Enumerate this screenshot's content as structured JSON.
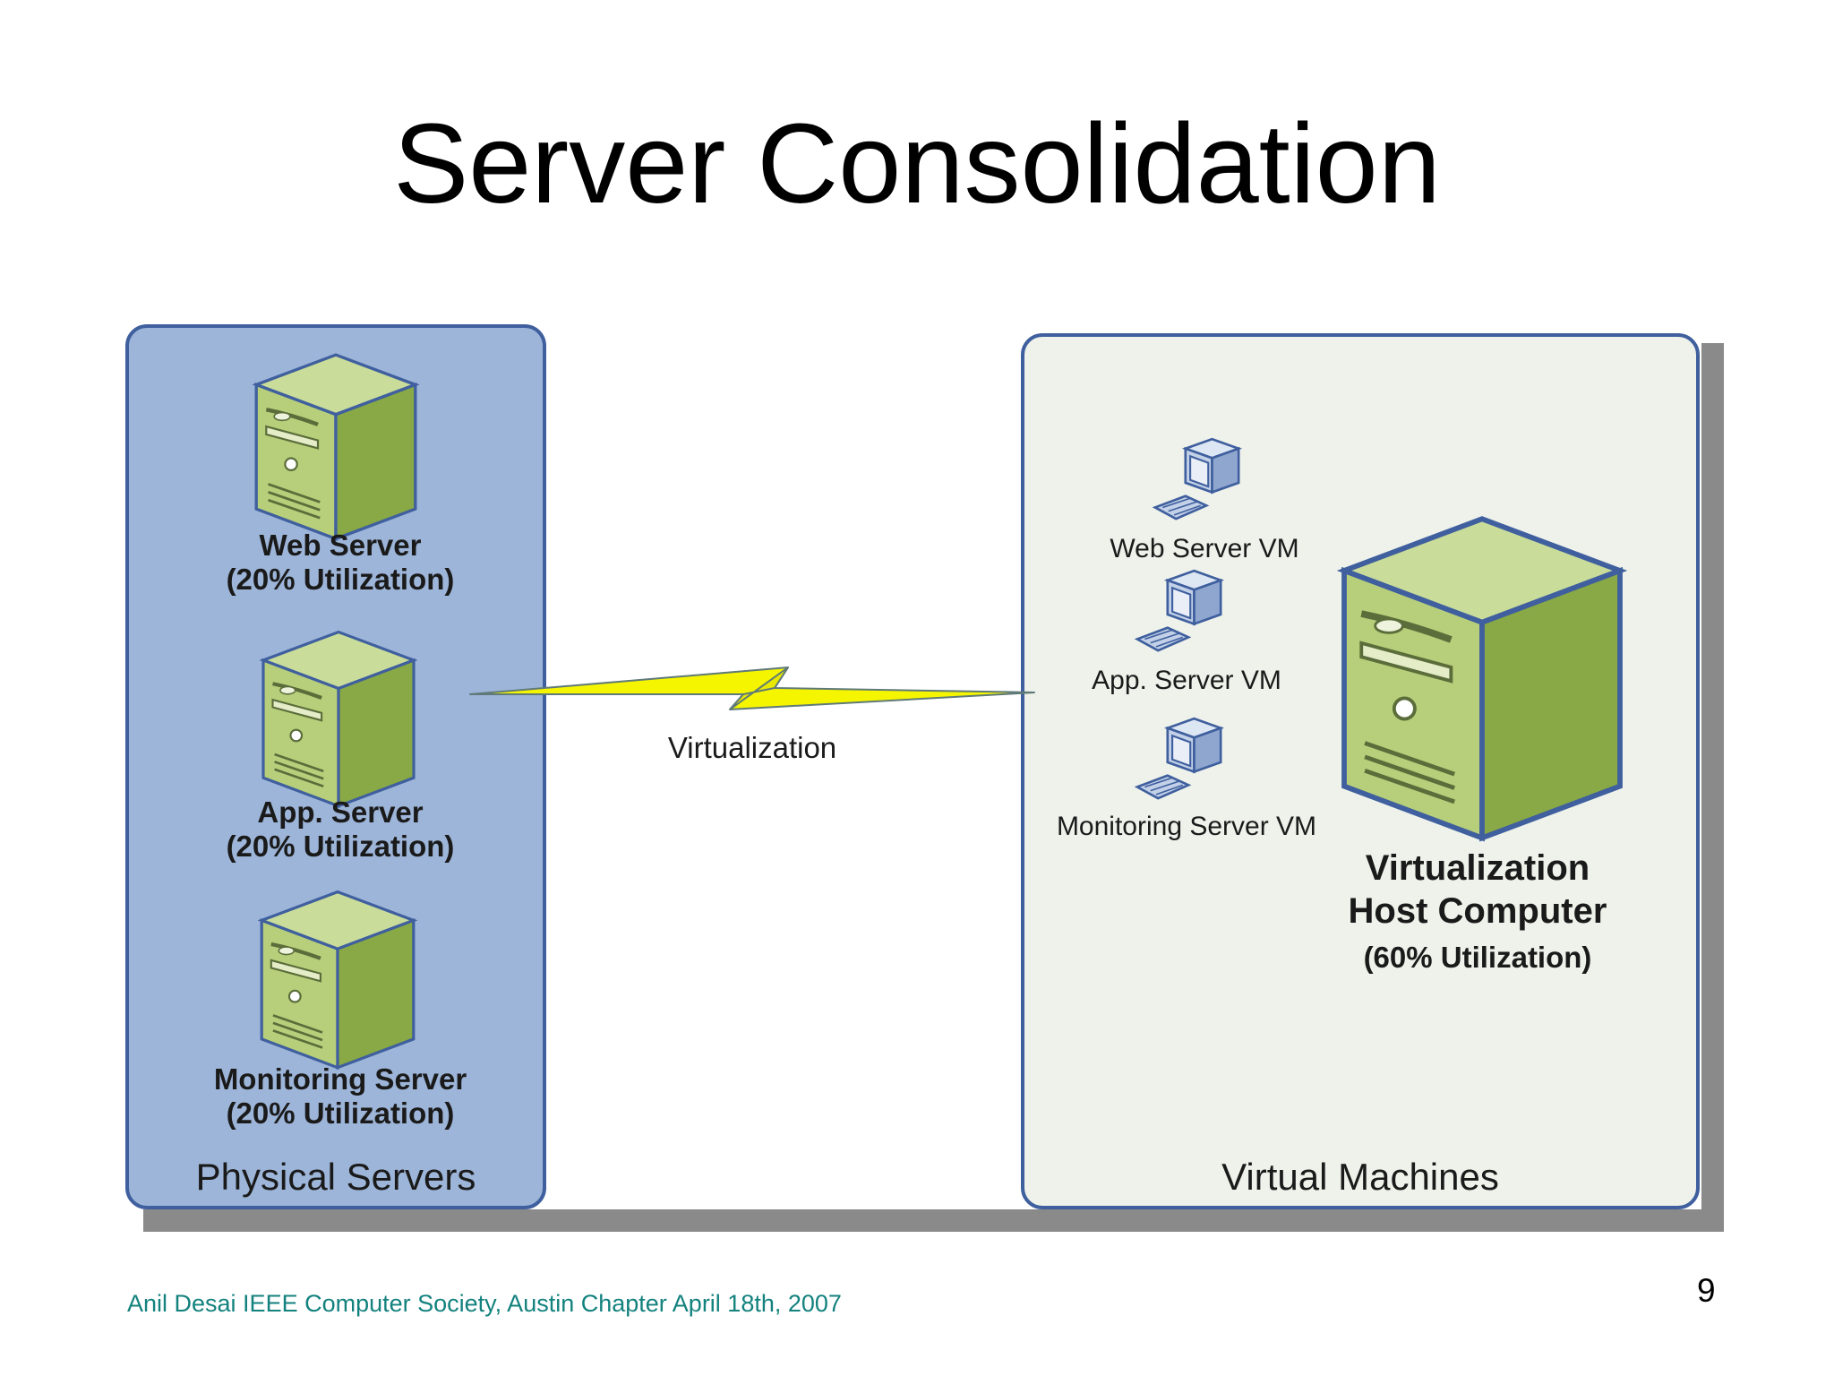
{
  "slide": {
    "title": "Server Consolidation",
    "footer": "Anil Desai IEEE Computer Society, Austin Chapter April 18th, 2007",
    "page_number": "9"
  },
  "physical": {
    "caption": "Physical Servers",
    "servers": [
      {
        "name": "Web Server",
        "utilization": "(20% Utilization)"
      },
      {
        "name": "App. Server",
        "utilization": "(20% Utilization)"
      },
      {
        "name": "Monitoring Server",
        "utilization": "(20% Utilization)"
      }
    ]
  },
  "connector": {
    "label": "Virtualization"
  },
  "virtual": {
    "caption": "Virtual Machines",
    "vms": [
      {
        "label": "Web Server VM"
      },
      {
        "label": "App. Server VM"
      },
      {
        "label": "Monitoring Server VM"
      }
    ],
    "host": {
      "line1": "Virtualization",
      "line2": "Host Computer",
      "utilization": "(60% Utilization)"
    }
  },
  "colors": {
    "physical_panel": "#9db5d9",
    "virtual_panel": "#eef2ea",
    "panel_border": "#3f5f9e",
    "server_green": "#8fb04a",
    "lightning_yellow": "#f5f500",
    "footer_teal": "#13827e"
  },
  "icons": {
    "server": "server-tower-icon",
    "vm": "desktop-computer-icon",
    "connector": "lightning-bolt-icon"
  }
}
